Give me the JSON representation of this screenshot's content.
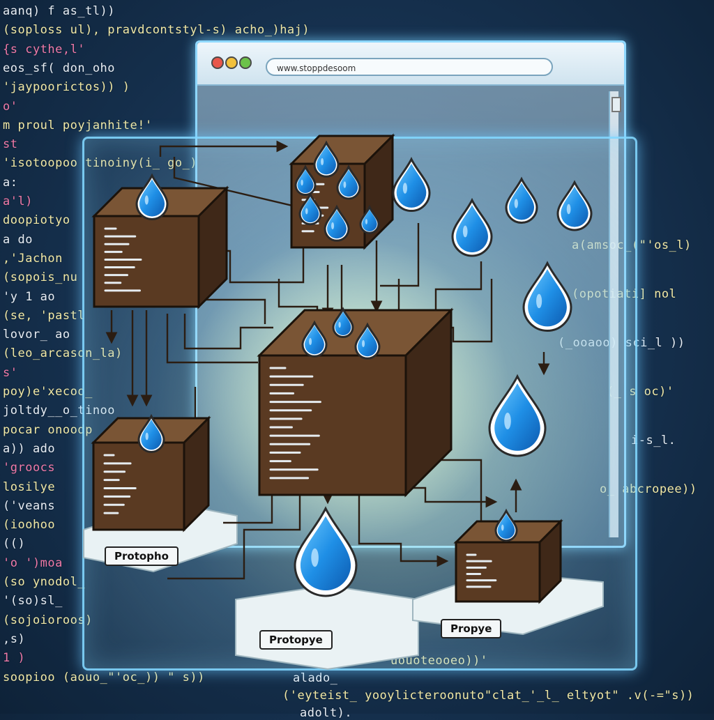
{
  "browser": {
    "url": "www.stoppdesoom",
    "dots": {
      "red": "#e8574b",
      "yellow": "#f2c13c",
      "green": "#6cc24a"
    }
  },
  "labels": [
    "Protopho",
    "Protopye",
    "Propye"
  ],
  "colors": {
    "box": "#5a3a22",
    "drop": "#1f8fe6",
    "accent": "#8fd8ff"
  },
  "code_left": [
    {
      "t": "aanq)  f as_tl))",
      "c": "w"
    },
    {
      "t": "(soploss ul), pravdcontstyl-s) acho_)haj)",
      "c": "y"
    },
    {
      "t": "{s  cythe,l'",
      "c": "p"
    },
    {
      "t": "           eos_sf( don_oho",
      "c": "w"
    },
    {
      "t": "'jaypoorictos)) )",
      "c": "y"
    },
    {
      "t": "   o'",
      "c": "p"
    },
    {
      "t": "      m  proul poyjanhite!'",
      "c": "y"
    },
    {
      "t": "  st",
      "c": "p"
    },
    {
      "t": "'isotoopoo tinoiny(i_ go_)",
      "c": "y"
    },
    {
      "t": "      a:",
      "c": "w"
    },
    {
      "t": "  a'l)",
      "c": "p"
    },
    {
      "t": "         doopiotyo",
      "c": "y"
    },
    {
      "t": "      a  do",
      "c": "w"
    },
    {
      "t": ",'Jachon",
      "c": "y"
    },
    {
      "t": "(sopois_nu",
      "c": "y"
    },
    {
      "t": " 'y   1  ao",
      "c": "w"
    },
    {
      "t": "(se, 'pastl",
      "c": "y"
    },
    {
      "t": " lovor_  ao",
      "c": "w"
    },
    {
      "t": "(leo_arcason_la)",
      "c": "y"
    },
    {
      "t": "   s'",
      "c": "p"
    },
    {
      "t": "  poy)e'xecoo_",
      "c": "y"
    },
    {
      "t": "  joltdy__o_tinoo",
      "c": "w"
    },
    {
      "t": "    pocar  onoodp",
      "c": "y"
    },
    {
      "t": "    a))  ado",
      "c": "w"
    },
    {
      "t": "  'groocs",
      "c": "p"
    },
    {
      "t": "losilye",
      "c": "y"
    },
    {
      "t": "  ('veans",
      "c": "w"
    },
    {
      "t": "(ioohoo",
      "c": "y"
    },
    {
      "t": "  (()",
      "c": "w"
    },
    {
      "t": "   'o  ')moa",
      "c": "p"
    },
    {
      "t": "(so  ynodol_",
      "c": "y"
    },
    {
      "t": "'(so)sl_",
      "c": "w"
    },
    {
      "t": "(sojoioroos)",
      "c": "y"
    },
    {
      "t": "  ,s)",
      "c": "w"
    },
    {
      "t": "    1  )",
      "c": "p"
    },
    {
      "t": "    soopioo  (aouo_\"'oc_))  \" s))",
      "c": "y"
    }
  ],
  "code_right": [
    {
      "t": "a(amsoc_(\"'os_l)",
      "c": "y"
    },
    {
      "t": "(opotiati] nol",
      "c": "y"
    },
    {
      "t": "(_ooaoo) sci_l ))",
      "c": "w"
    },
    {
      "t": "(_'s oc)'",
      "c": "y"
    },
    {
      "t": "i-s_l.",
      "c": "w"
    },
    {
      "t": "o_ abcropee))",
      "c": "y"
    }
  ],
  "code_bottom": [
    {
      "t": "uouoteooeo))'",
      "c": "y"
    },
    {
      "t": "alado_",
      "c": "w"
    },
    {
      "t": "('eyteist_ yooylicteroonuto\"clat_'_l_ eltyot\"  .v(-=\"s))",
      "c": "y"
    },
    {
      "t": "  adolt).",
      "c": "w"
    }
  ]
}
